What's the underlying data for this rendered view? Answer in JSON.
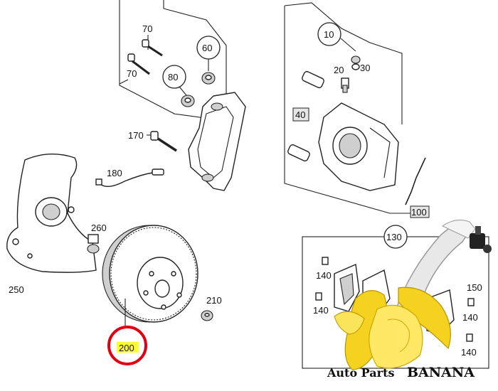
{
  "labels": {
    "l70a": "70",
    "l70b": "70",
    "l60": "60",
    "l80": "80",
    "l170": "170",
    "l180": "180",
    "l250": "250",
    "l260": "260",
    "l200": "200",
    "l210": "210",
    "l10": "10",
    "l20": "20",
    "l30": "30",
    "l40": "40",
    "l100": "100",
    "l130": "130",
    "l140a": "140",
    "l140b": "140",
    "l140c": "140",
    "l140d": "140",
    "l150": "150"
  },
  "highlight": {
    "part_number": "200",
    "ring_color": "#e00012",
    "fill_color": "#ffff33"
  },
  "brand": {
    "part1": "Auto Parts",
    "part2": "BANANA",
    "logo_icon": "banana-icon"
  }
}
